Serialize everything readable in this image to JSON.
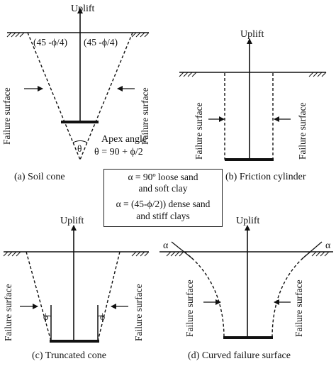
{
  "panel_a": {
    "uplift": "Uplift",
    "angle_left": "(45 -ϕ/4)",
    "angle_right": "(45 -ϕ/4)",
    "failure_surface_left": "Failure surface",
    "failure_surface_right": "Failure surface",
    "apex_label": "Apex angle",
    "theta": "θ",
    "apex_formula": "θ = 90 + ϕ/2",
    "caption": "(a) Soil cone"
  },
  "panel_b": {
    "uplift": "Uplift",
    "failure_surface_left": "Failure surface",
    "failure_surface_right": "Failure surface",
    "caption": "(b) Friction cylinder"
  },
  "legend": {
    "line1": "α = 90º loose sand",
    "line2": "and soft clay",
    "line3": "α = (45-ϕ/2)) dense sand",
    "line4": "and stiff clays"
  },
  "panel_c": {
    "uplift": "Uplift",
    "phi_left": "ϕ",
    "phi_right": "ϕ",
    "failure_surface_left": "Failure surface",
    "failure_surface_right": "Failure surface",
    "caption": "(c) Truncated cone"
  },
  "panel_d": {
    "uplift": "Uplift",
    "alpha_left": "α",
    "alpha_right": "α",
    "failure_surface_left": "Failure surface",
    "failure_surface_right": "Failure surface",
    "caption": "(d) Curved failure surface"
  }
}
